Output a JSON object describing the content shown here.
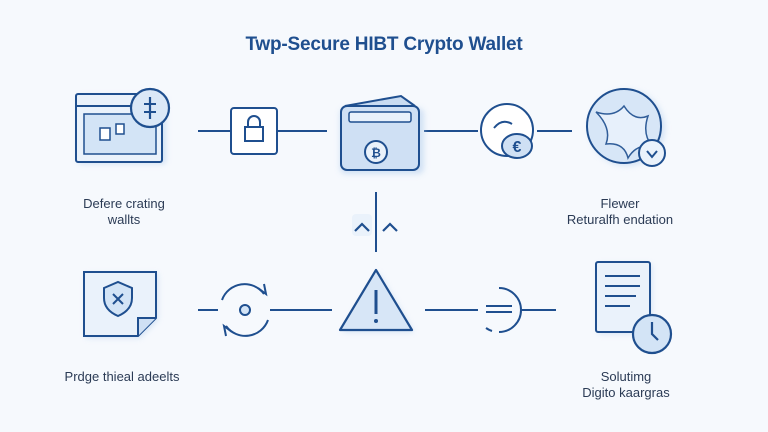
{
  "title": "Twp-Secure HIBT Crypto Wallet",
  "labels": {
    "left_top_line1": "Defere crating",
    "left_top_line2": "wallts",
    "right_top_line1": "Flewer",
    "right_top_line2": "Returalfh endation",
    "left_bottom": "Prdge thieal adeelts",
    "right_bottom_line1": "Solutimg",
    "right_bottom_line2": "Digito kaargras"
  },
  "colors": {
    "stroke": "#1f4f8f",
    "fill": "#c9dcf2",
    "fill_light": "#e3eefa",
    "accent": "#2d64b0"
  },
  "icons": {
    "browser": "browser-window-icon",
    "lock": "padlock-icon",
    "wallet": "wallet-icon",
    "euro_coin": "euro-coin-icon",
    "globe": "globe-icon",
    "chevrons": "chevron-up-pair-icon",
    "shield_doc": "shield-document-icon",
    "refresh": "refresh-cycle-icon",
    "warning": "warning-triangle-icon",
    "minus_circle": "minus-circle-icon",
    "document_clock": "document-clock-icon"
  }
}
